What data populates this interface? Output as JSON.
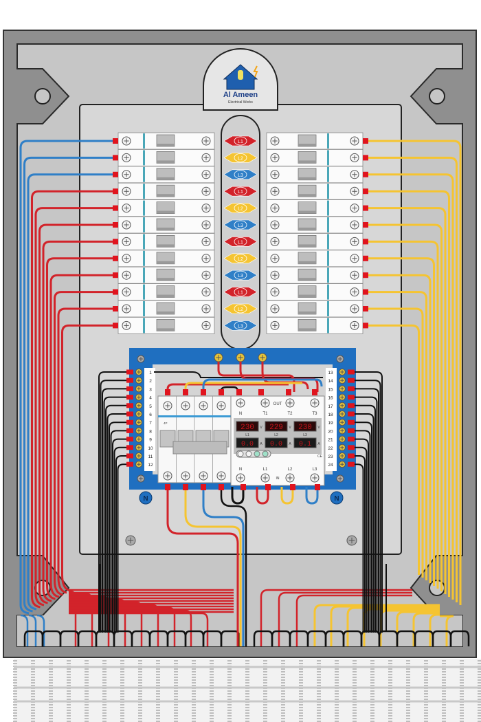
{
  "brand": {
    "name": "Al Ameen",
    "tagline": "Electrical Works"
  },
  "colors": {
    "enclosure_outer": "#8e8e8e",
    "enclosure_frame": "#c4c4c4",
    "backplate": "#d6d6d6",
    "wire_red": "#d2232a",
    "wire_yellow": "#f5c431",
    "wire_blue": "#2f7fc7",
    "wire_black": "#111111",
    "terminal_bar": "#1f6fc0",
    "lug_red": "#e0141e",
    "meter_display": "#c8141a"
  },
  "left_breakers": {
    "count": 12,
    "wire_colors": [
      "blue",
      "blue",
      "blue",
      "red",
      "red",
      "red",
      "red",
      "red",
      "red",
      "red",
      "red",
      "red"
    ]
  },
  "right_breakers": {
    "count": 12,
    "wire_colors": [
      "yellow",
      "yellow",
      "yellow",
      "yellow",
      "yellow",
      "yellow",
      "yellow",
      "yellow",
      "yellow",
      "yellow",
      "yellow",
      "yellow"
    ]
  },
  "phase_markers": [
    {
      "label": "L1",
      "color": "red"
    },
    {
      "label": "L2",
      "color": "yellow"
    },
    {
      "label": "L3",
      "color": "blue"
    },
    {
      "label": "L1",
      "color": "red"
    },
    {
      "label": "L2",
      "color": "yellow"
    },
    {
      "label": "L3",
      "color": "blue"
    },
    {
      "label": "L1",
      "color": "red"
    },
    {
      "label": "L2",
      "color": "yellow"
    },
    {
      "label": "L3",
      "color": "blue"
    },
    {
      "label": "L1",
      "color": "red"
    },
    {
      "label": "L2",
      "color": "yellow"
    },
    {
      "label": "L3",
      "color": "blue"
    }
  ],
  "terminal_left": {
    "numbers": [
      "1",
      "2",
      "3",
      "4",
      "5",
      "6",
      "7",
      "8",
      "9",
      "10",
      "11",
      "12"
    ]
  },
  "terminal_right": {
    "numbers": [
      "13",
      "14",
      "15",
      "16",
      "17",
      "18",
      "19",
      "20",
      "21",
      "22",
      "23",
      "24"
    ]
  },
  "neutral_label": "N",
  "main_breaker": {
    "poles": 4,
    "label": "4P"
  },
  "meter": {
    "out_label": "OUT",
    "in_label": "IN",
    "top_terminals": [
      "N",
      "T1",
      "T2",
      "T3"
    ],
    "bottom_terminals": [
      "N",
      "L1",
      "L2",
      "L3"
    ],
    "phases": [
      {
        "name": "L1",
        "voltage": "230",
        "current": "0.0"
      },
      {
        "name": "L2",
        "voltage": "229",
        "current": "0.0"
      },
      {
        "name": "L3",
        "voltage": "230",
        "current": "0.1"
      }
    ],
    "volt_unit": "V",
    "amp_unit": "A",
    "ce_mark": "CE"
  }
}
